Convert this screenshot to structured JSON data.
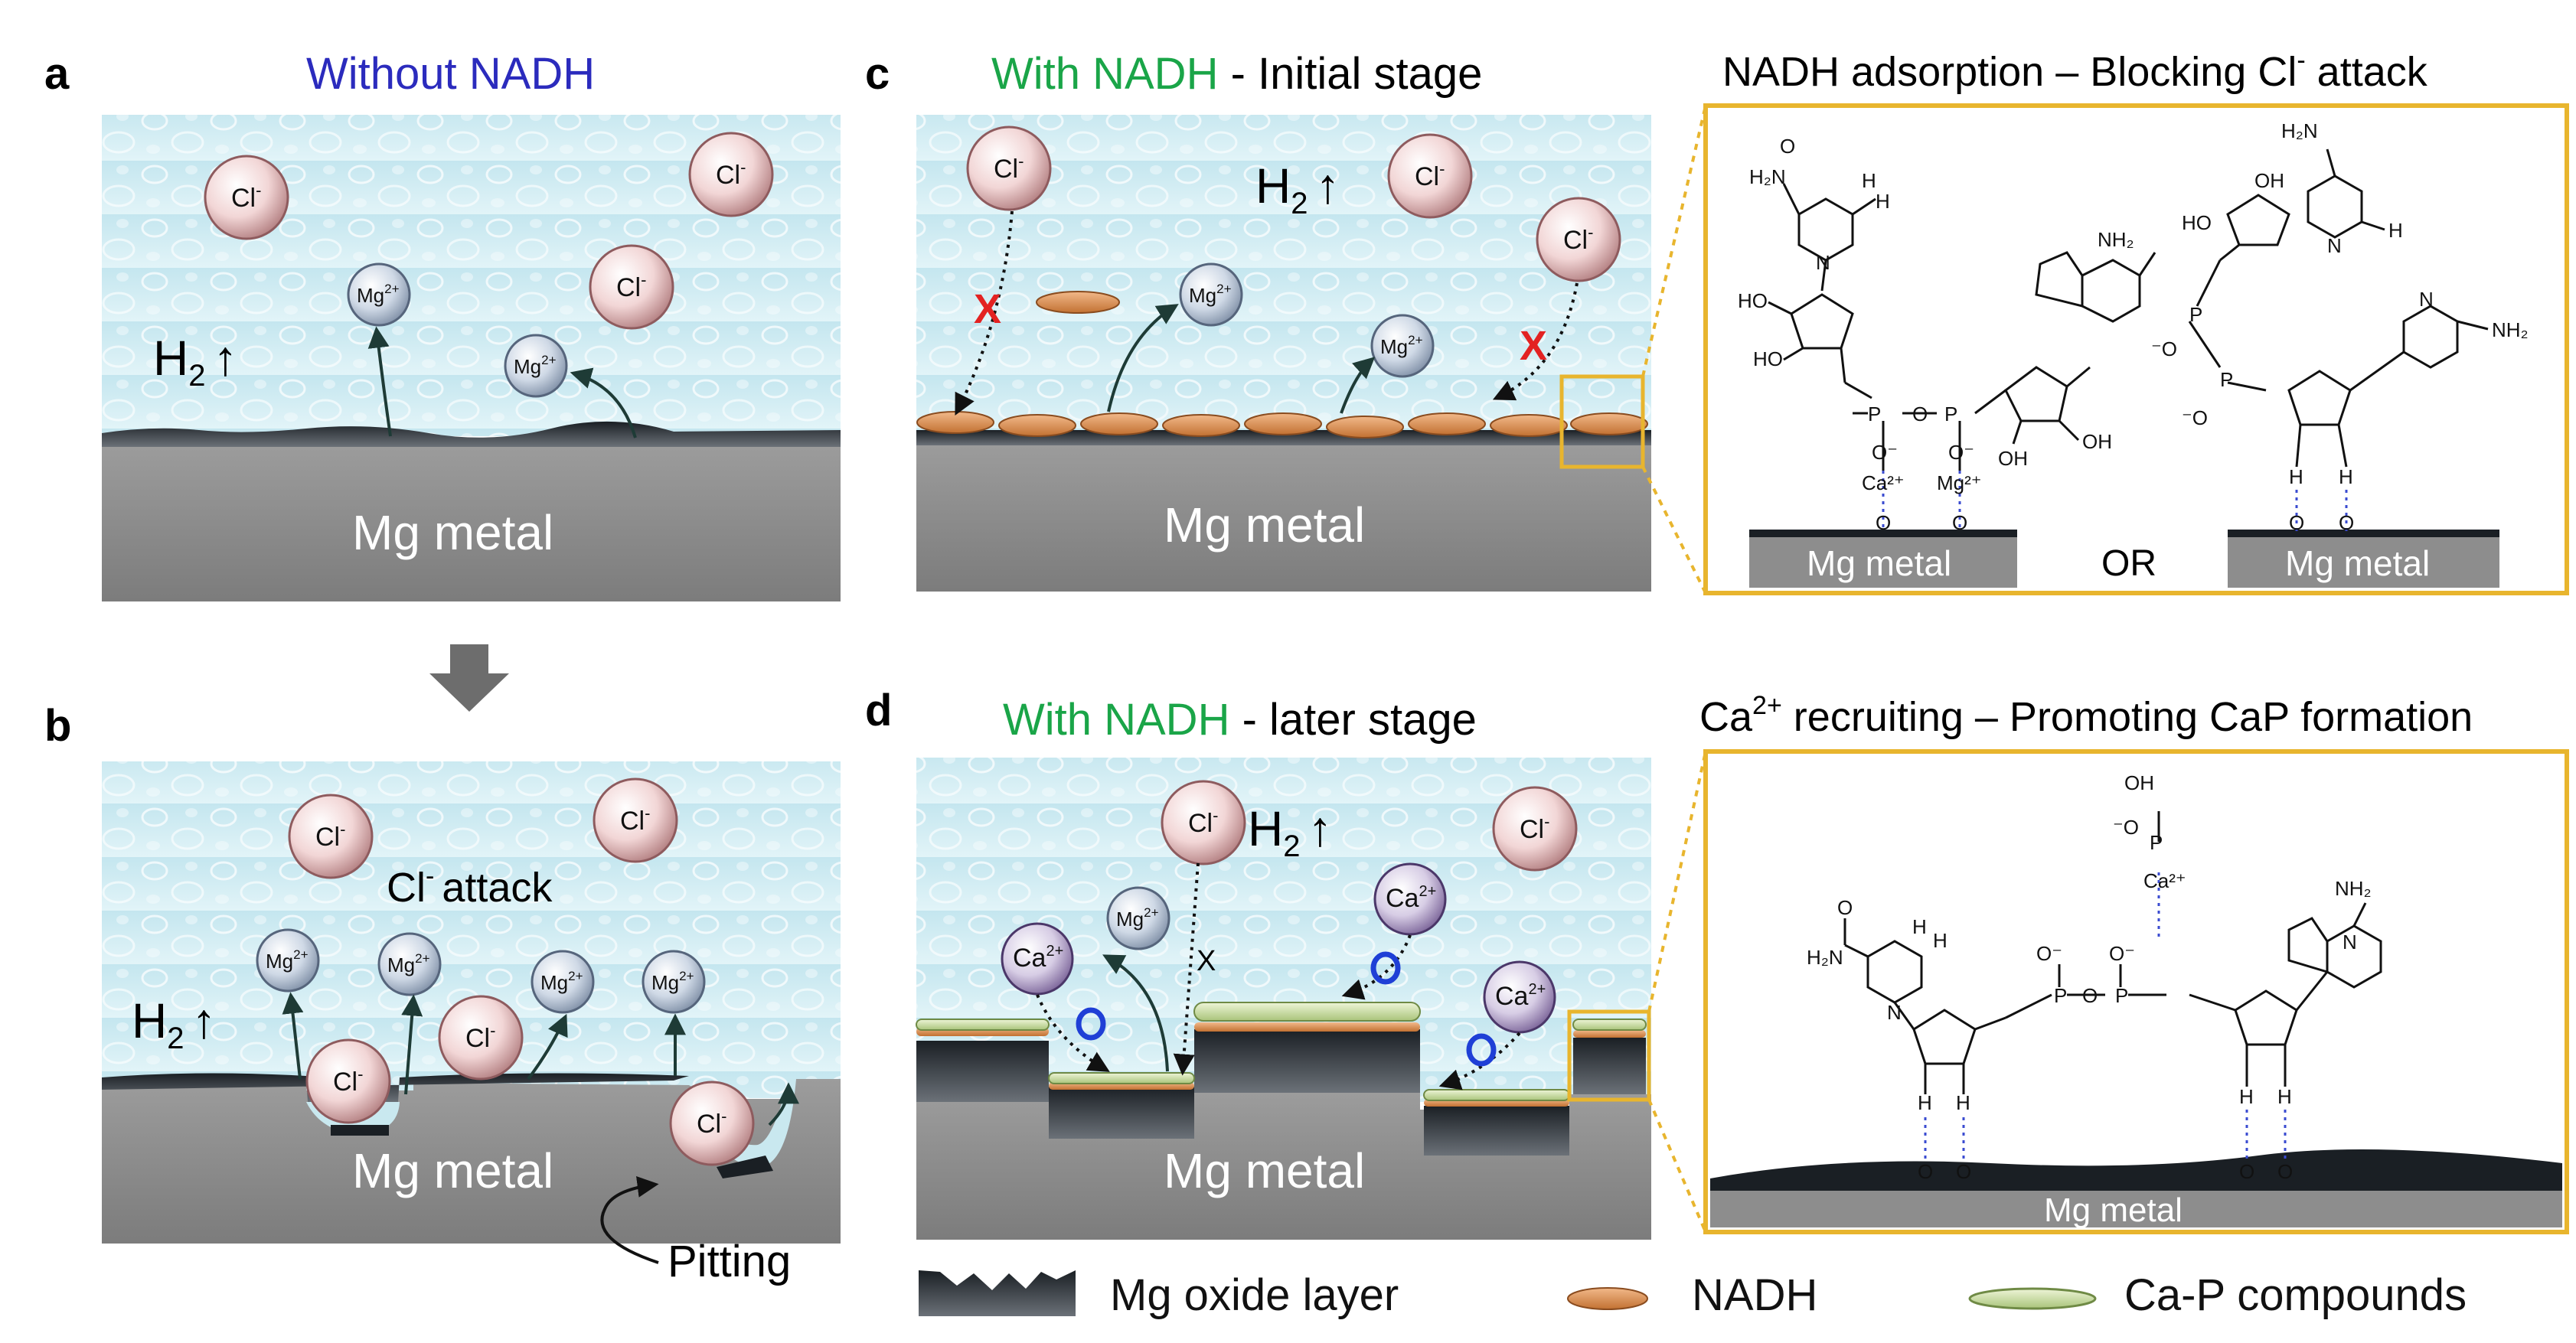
{
  "colors": {
    "blue_title": "#2b2bbd",
    "green_title": "#1aa548",
    "metal": "#8d8d8d",
    "water": "#d4eef4",
    "nadh": "#d98a4c",
    "cap": "#cfe1a6",
    "zoom_border": "#e8b52e",
    "cross": "#e32222",
    "o_mark": "#1f3fd6"
  },
  "panel_a": {
    "letter": "a",
    "title": "Without NADH",
    "metal": "Mg metal",
    "h2": "H",
    "sub2": "2",
    "arrow": "↑",
    "cl": "Cl",
    "mg": "Mg",
    "charge_mg": "2+",
    "minus": "-"
  },
  "panel_b": {
    "letter": "b",
    "attack": "attack",
    "metal": "Mg metal",
    "pitting": "Pitting",
    "h2": "H",
    "sub2": "2",
    "arrow": "↑",
    "cl": "Cl",
    "mg": "Mg",
    "charge_mg": "2+",
    "minus": "-"
  },
  "panel_c": {
    "letter": "c",
    "title_green": "With NADH",
    "title_rest": " - Initial stage",
    "metal": "Mg metal",
    "h2": "H",
    "sub2": "2",
    "arrow": "↑",
    "cl": "Cl",
    "mg": "Mg",
    "charge_mg": "2+",
    "minus": "-",
    "cross": "X"
  },
  "panel_c_zoom": {
    "title_a": "NADH adsorption – Blocking Cl",
    "title_minus": "-",
    "title_b": " attack",
    "metal_left": "Mg metal",
    "metal_right": "Mg metal",
    "or": "OR",
    "h2n": "H₂N",
    "nh2": "NH₂",
    "h": "H",
    "o": "O",
    "n": "N",
    "p": "P",
    "ho": "HO",
    "oh": "OH",
    "ca": "Ca²⁺",
    "mg": "Mg²⁺",
    "om": "O⁻",
    "mo": "⁻O"
  },
  "panel_d": {
    "letter": "d",
    "title_green": "With NADH",
    "title_rest": " - later stage",
    "metal": "Mg metal",
    "h2": "H",
    "sub2": "2",
    "arrow": "↑",
    "cl": "Cl",
    "mg": "Mg",
    "ca": "Ca",
    "charge_mg": "2+",
    "minus": "-",
    "x": "X",
    "o": "O"
  },
  "panel_d_zoom": {
    "title_a": "Ca",
    "title_sup": "2+",
    "title_b": " recruiting – Promoting CaP formation",
    "metal": "Mg metal",
    "h2n": "H₂N",
    "nh2": "NH₂",
    "h": "H",
    "o": "O",
    "n": "N",
    "p": "P",
    "oh": "OH",
    "ca": "Ca²⁺",
    "om": "O⁻",
    "mo": "⁻O"
  },
  "legend": {
    "oxide": "Mg oxide layer",
    "nadh": "NADH",
    "cap": "Ca-P compounds"
  }
}
